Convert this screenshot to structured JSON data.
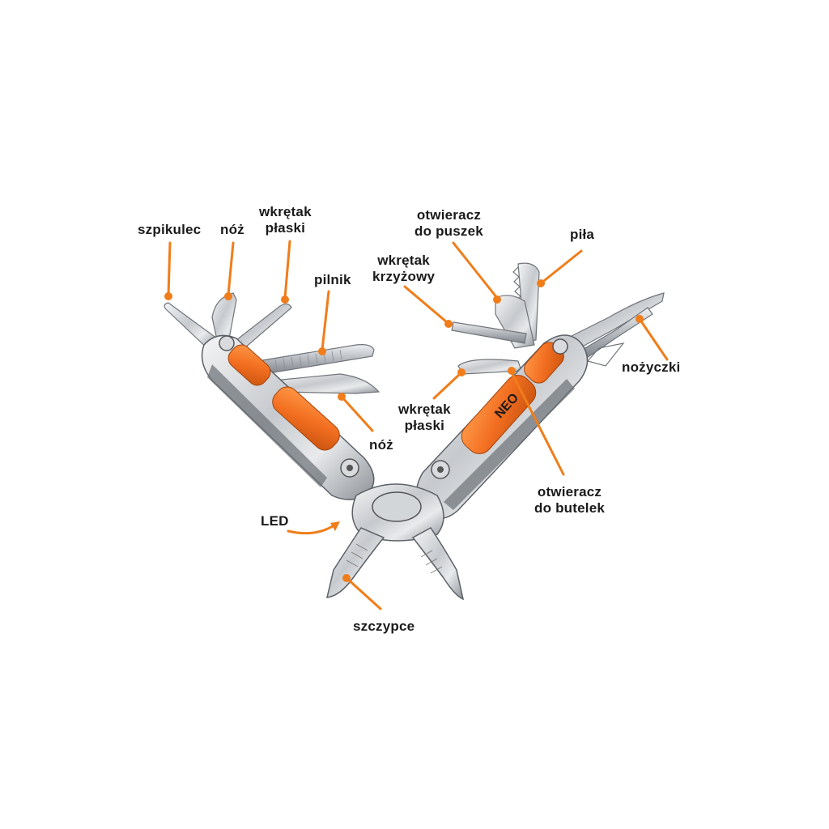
{
  "diagram": {
    "accent_color": "#f07d1a",
    "handle_color": "#f36f21",
    "steel_color": "#c9ccd0",
    "labels": {
      "szpikulec": "szpikulec",
      "noz_top": "nóż",
      "wkretak_plaski_top_1": "wkrętak",
      "wkretak_plaski_top_2": "płaski",
      "pilnik": "pilnik",
      "noz_bottom": "nóż",
      "led": "LED",
      "szczypce": "szczypce",
      "otwieracz_puszek_1": "otwieracz",
      "otwieracz_puszek_2": "do puszek",
      "pila": "piła",
      "wkretak_krzyzowy_1": "wkrętak",
      "wkretak_krzyzowy_2": "krzyżowy",
      "nozyczki": "nożyczki",
      "wkretak_plaski_mid_1": "wkrętak",
      "wkretak_plaski_mid_2": "płaski",
      "otwieracz_butelek_1": "otwieracz",
      "otwieracz_butelek_2": "do butelek"
    },
    "brand_logo": "NEO"
  }
}
